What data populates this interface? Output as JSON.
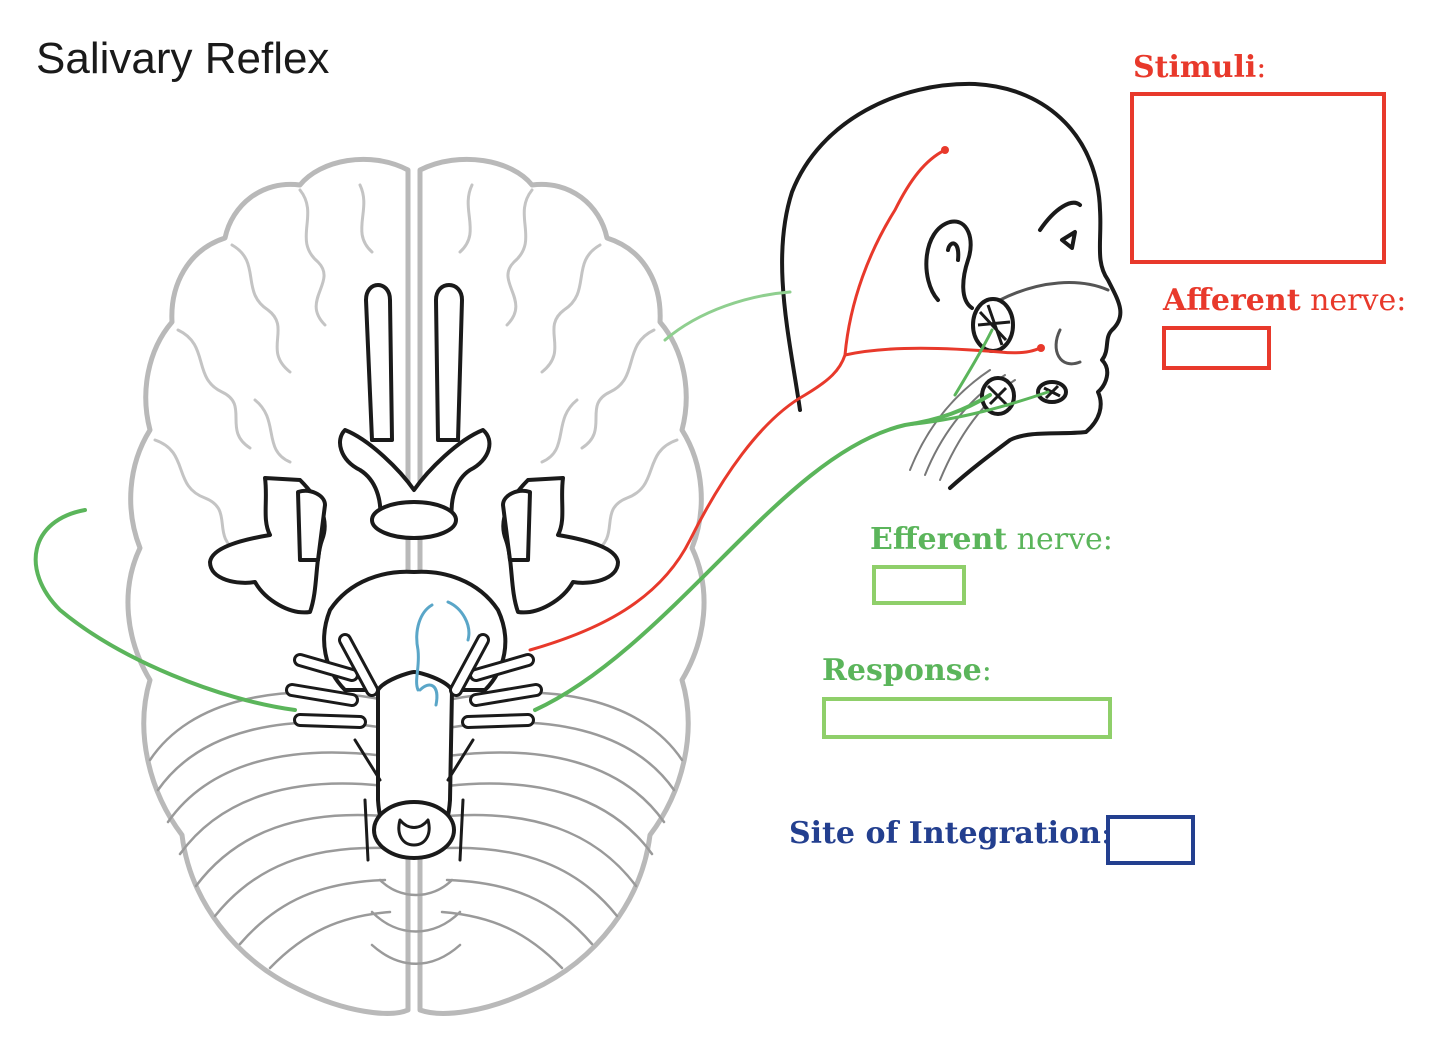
{
  "title": "Salivary Reflex",
  "labels": {
    "stimuli": {
      "bold": "Stimuli",
      "rest": ":"
    },
    "afferent": {
      "bold": "Afferent",
      "rest": " nerve:"
    },
    "efferent": {
      "bold": "Efferent",
      "rest": " nerve:"
    },
    "response": {
      "bold": "Response",
      "rest": ":"
    },
    "site": {
      "bold": "Site of Integration",
      "rest": ":"
    }
  },
  "answers": {
    "stimuli": "",
    "afferent": "",
    "efferent": "",
    "response": "",
    "site": ""
  },
  "colors": {
    "afferent_red": "#e8392b",
    "efferent_green": "#5bb55b",
    "response_box_green": "#8fcf6a",
    "integration_blue": "#233f8f",
    "integration_path": "#5aa6c8",
    "brain_outline": "#b9b9b9",
    "brainstem_outline": "#1a1a1a"
  }
}
